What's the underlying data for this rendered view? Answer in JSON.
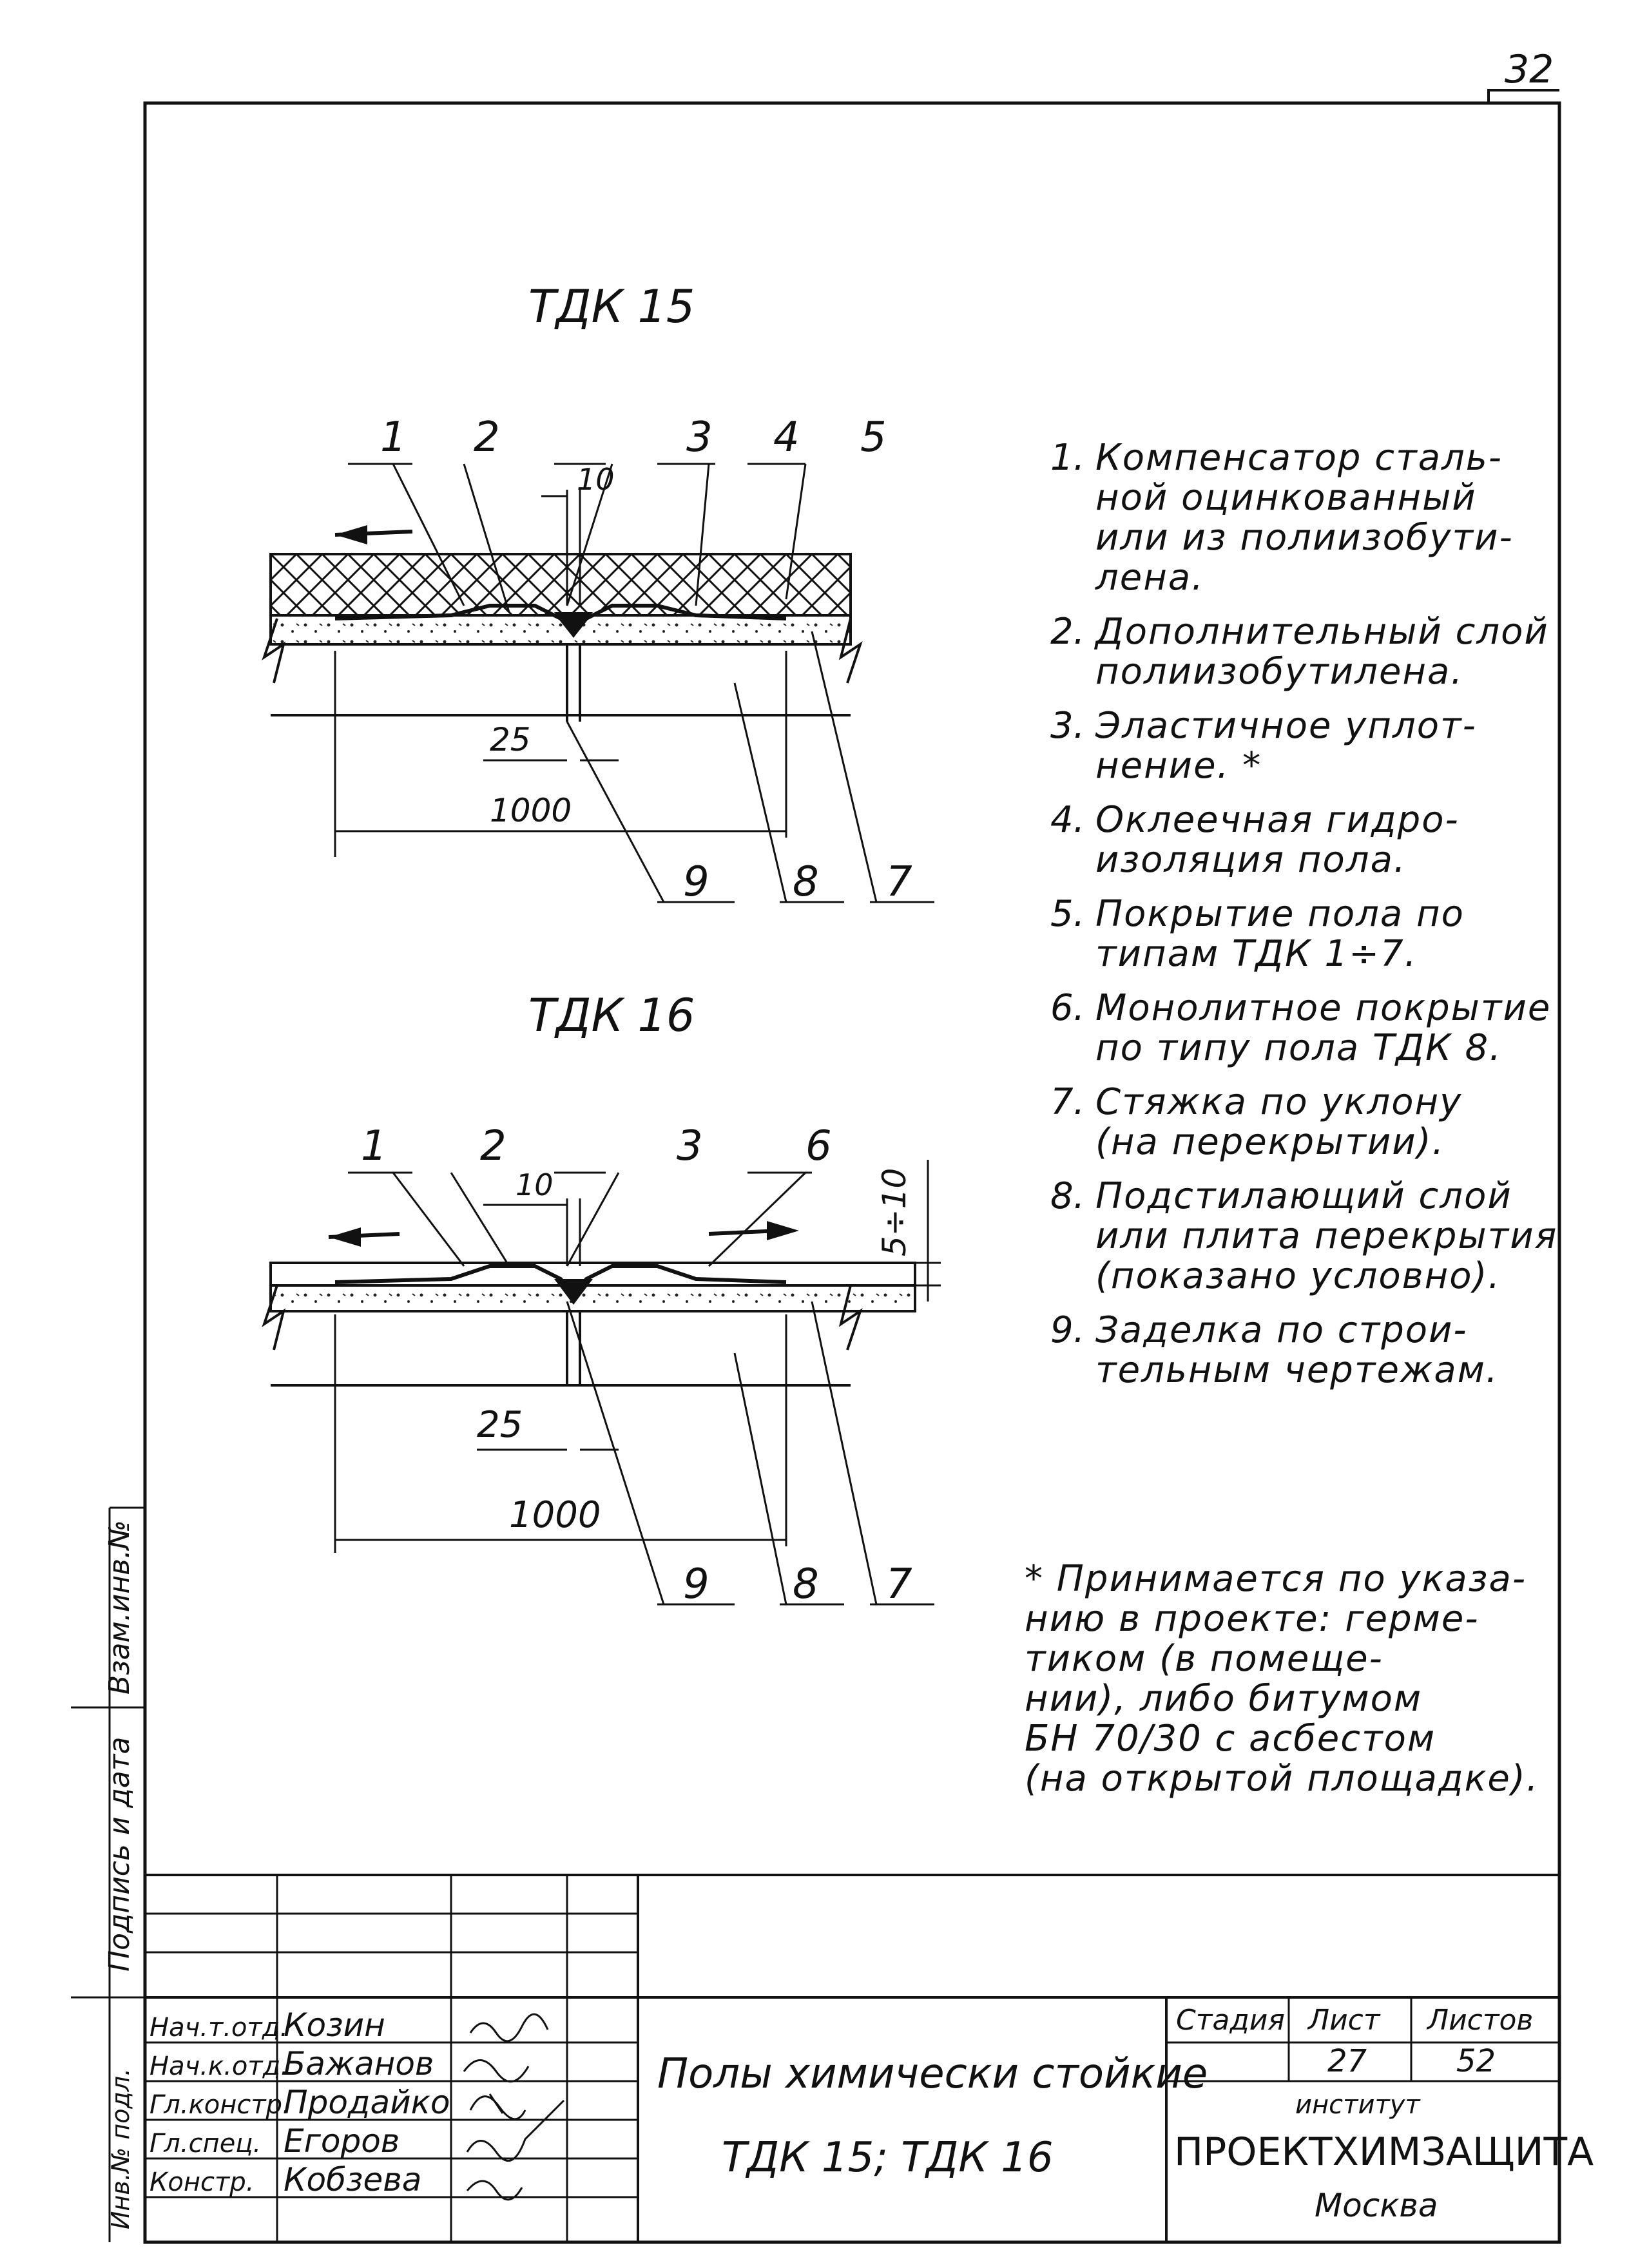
{
  "page_number": "32",
  "diagram_titles": {
    "top": "ТДК 15",
    "bottom": "ТДК 16"
  },
  "top_callouts": [
    "1",
    "2",
    "3",
    "4",
    "5"
  ],
  "top_bottom_callouts": [
    "9",
    "8",
    "7"
  ],
  "top_dims": {
    "joint": "10",
    "offset": "25",
    "width": "1000"
  },
  "bottom_callouts": [
    "1",
    "2",
    "3",
    "6"
  ],
  "bottom_bottom_callouts": [
    "9",
    "8",
    "7"
  ],
  "bottom_dims": {
    "joint": "10",
    "offset": "25",
    "width": "1000",
    "thickness": "5÷10"
  },
  "legend": [
    {
      "num": "1.",
      "text": "Компенсатор сталь-\nной оцинкованный\nили из полиизобути-\nлена."
    },
    {
      "num": "2.",
      "text": "Дополнительный слой\nполиизобутилена."
    },
    {
      "num": "3.",
      "text": "Эластичное уплот-\nнение. *"
    },
    {
      "num": "4.",
      "text": "Оклеечная гидро-\nизоляция пола."
    },
    {
      "num": "5.",
      "text": "Покрытие пола по\nтипам ТДК 1÷7."
    },
    {
      "num": "6.",
      "text": "Монолитное покрытие\nпо типу пола ТДК 8."
    },
    {
      "num": "7.",
      "text": "Стяжка по уклону\n(на перекрытии)."
    },
    {
      "num": "8.",
      "text": "Подстилающий слой\nили плита перекрытия\n(показано условно)."
    },
    {
      "num": "9.",
      "text": "Заделка по строи-\nтельным чертежам."
    }
  ],
  "note": "* Принимается по указа-\nнию в проекте: герме-\nтиком (в помеще-\nнии), либо битумом\nБН 70/30 с асбестом\n(на открытой площадке).",
  "side_stamp": {
    "a": "Инв.№ подл.",
    "b": "Подпись и дата",
    "c": "Взам.инв.№"
  },
  "title_block": {
    "roles": [
      "Нач.т.отд.",
      "Нач.к.отд.",
      "Гл.констр.",
      "Гл.спец.",
      "Констр."
    ],
    "names": [
      "Козин",
      "Бажанов",
      "Продайко",
      "Егоров",
      "Кобзева"
    ],
    "title_line1": "Полы химически стойкие",
    "title_line2": "ТДК 15; ТДК 16",
    "stage_label": "Стадия",
    "sheet_label": "Лист",
    "sheets_label": "Листов",
    "sheet": "27",
    "sheets": "52",
    "institute_label": "институт",
    "institute": "ПРОЕКТХИМЗАЩИТА",
    "city": "Москва"
  }
}
